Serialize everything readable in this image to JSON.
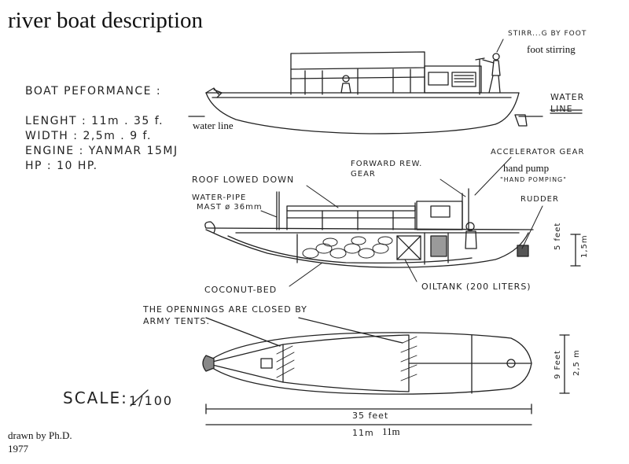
{
  "title": "river boat description",
  "performance": {
    "heading": "BOAT PEFORMANCE :",
    "length": "LENGHT  :  11m . 35 f.",
    "width": "WIDTH   : 2,5m .  9 f.",
    "engine": "ENGINE : YANMAR 15MJ",
    "hp": "HP :   10 HP."
  },
  "side_view": {
    "stirring_handwritten": "STIRR...G BY FOOT",
    "stirring_typed": "foot stirring",
    "water_line_handwritten": "WATER LINE",
    "water_line_typed": "water line"
  },
  "section_view": {
    "roof": "ROOF LOWED DOWN",
    "water_pipe": "WATER-PIPE",
    "mast": "MAST ø 36mm",
    "forward_gear": "FORWARD REW. GEAR",
    "accelerator": "ACCELERATOR GEAR",
    "hand_pump_typed": "hand pump",
    "hand_pump_handwritten": "\"HAND POMPING\"",
    "rudder": "RUDDER",
    "coconut_bed": "COCONUT-BED",
    "oiltank": "OILTANK (200 LITERS)",
    "height_feet": "5 feet",
    "height_m": "1,5m"
  },
  "plan_view": {
    "openings_note": "THE OPENNINGS ARE CLOSED BY ARMY TENTS.",
    "length_feet": "35 feet",
    "length_m_handwritten": "11m",
    "length_m_typed": "11m",
    "width_feet": "9 Feet",
    "width_m": "2,5 m"
  },
  "scale": "SCALE:",
  "scale_value": "1/100",
  "credit": {
    "line1": "drawn by Ph.D.",
    "line2": "1977"
  }
}
